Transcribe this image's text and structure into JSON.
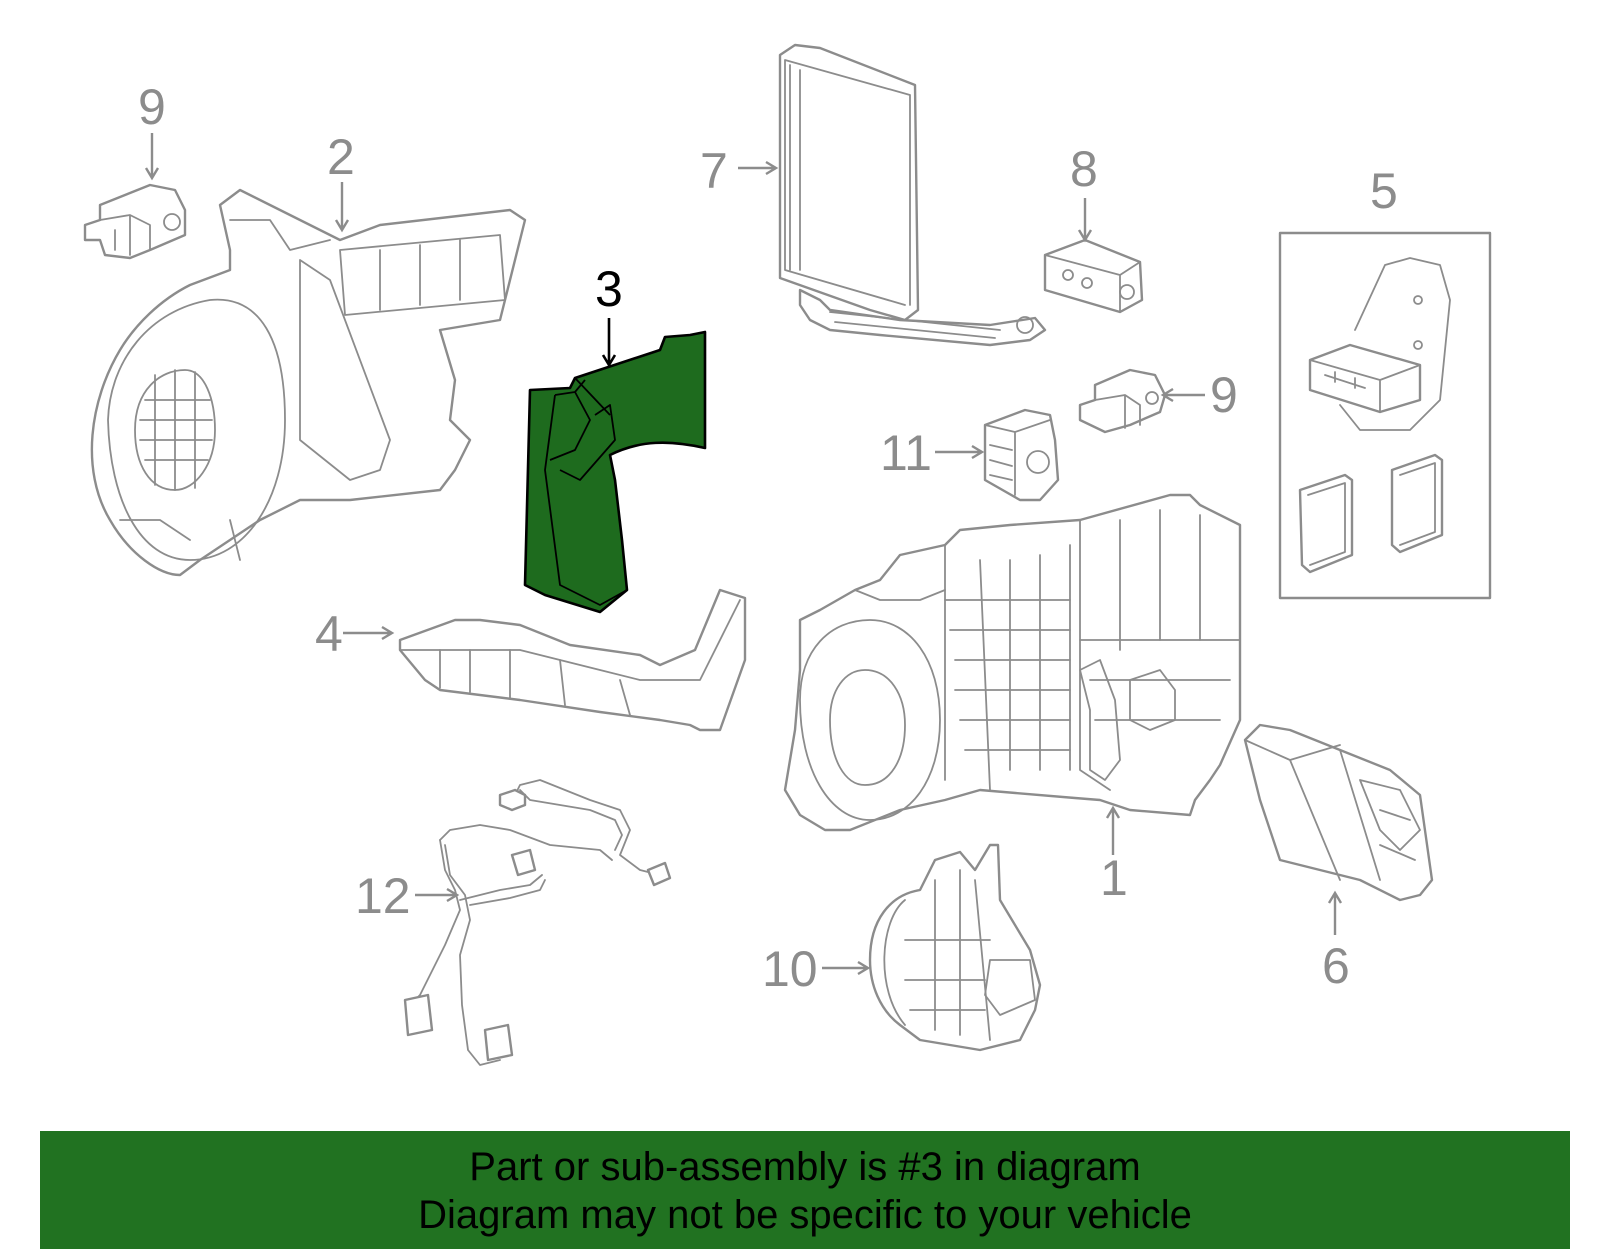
{
  "diagram": {
    "highlight_color": "#1e6b1e",
    "line_color": "#8c8c8c",
    "callouts": [
      {
        "id": "c1",
        "label": "1"
      },
      {
        "id": "c2",
        "label": "2"
      },
      {
        "id": "c3",
        "label": "3"
      },
      {
        "id": "c4",
        "label": "4"
      },
      {
        "id": "c5",
        "label": "5"
      },
      {
        "id": "c6",
        "label": "6"
      },
      {
        "id": "c7",
        "label": "7"
      },
      {
        "id": "c8",
        "label": "8"
      },
      {
        "id": "c9a",
        "label": "9"
      },
      {
        "id": "c9b",
        "label": "9"
      },
      {
        "id": "c10",
        "label": "10"
      },
      {
        "id": "c11",
        "label": "11"
      },
      {
        "id": "c12",
        "label": "12"
      }
    ]
  },
  "banner": {
    "line1": "Part or sub-assembly is #3 in diagram",
    "line2": "Diagram may not be specific to your vehicle",
    "color": "#217221"
  }
}
